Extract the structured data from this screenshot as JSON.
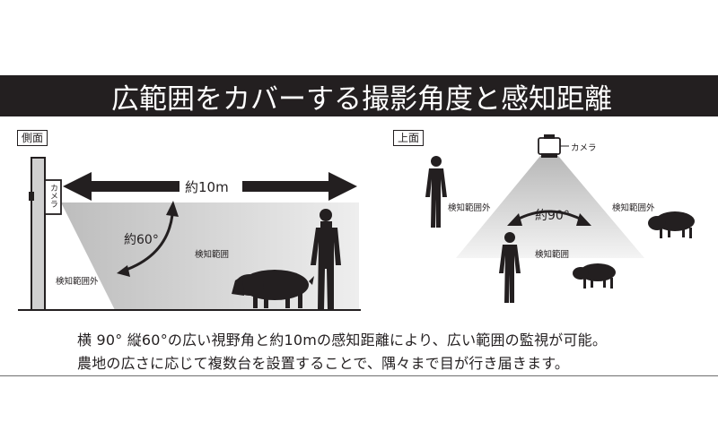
{
  "header": {
    "title": "広範囲をカバーする撮影角度と感知距離"
  },
  "side_view": {
    "tag": "側面",
    "camera_label": "カメラ",
    "distance_label": "約10m",
    "angle_label": "約60°",
    "inside_label": "検知範囲",
    "outside_label": "検知範囲外"
  },
  "top_view": {
    "tag": "上面",
    "camera_label": "カメラ",
    "angle_label": "約90°",
    "inside_label": "検知範囲",
    "outside_left_label": "検知範囲外",
    "outside_right_label": "検知範囲外"
  },
  "caption": {
    "line1": "横 90°  縦60°の広い視野角と約10mの感知距離により、広い範囲の監視が可能。",
    "line2": "農地の広さに応じて複数台を設置することで、隅々まで目が行き届きます。"
  },
  "colors": {
    "banner_bg": "#231f20",
    "zone_gray": "#d0d0d0",
    "silhouette": "#231f20"
  }
}
